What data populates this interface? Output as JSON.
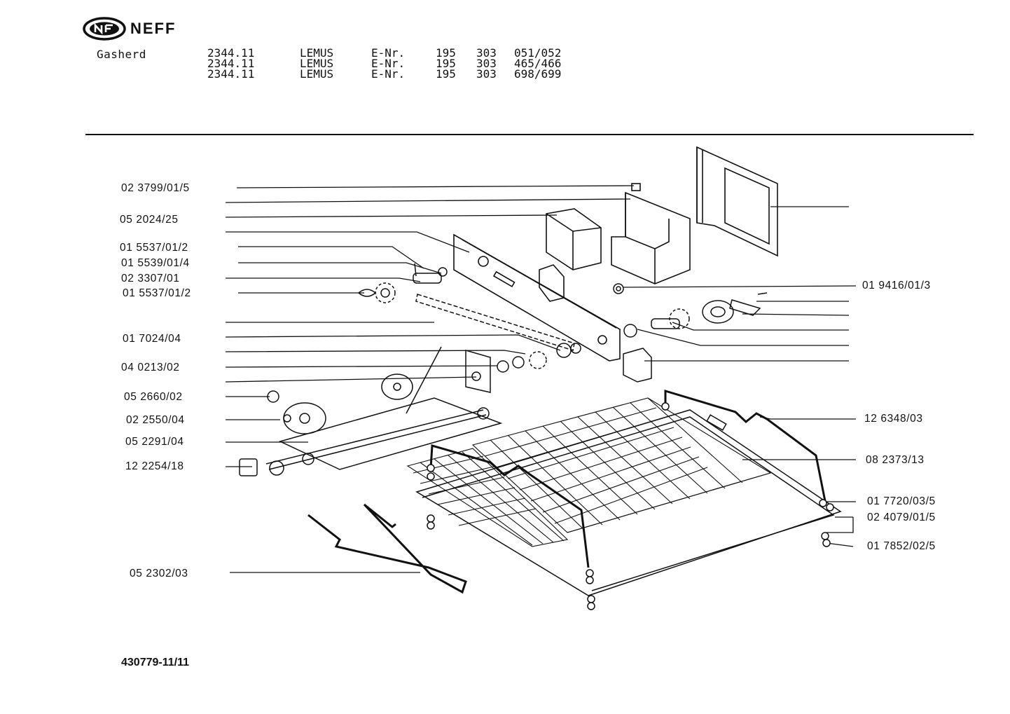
{
  "header": {
    "brand": "NEFF",
    "appliance": "Gasherd",
    "models": [
      {
        "model": "2344.11",
        "name": "LEMUS",
        "enr_label": "E-Nr.",
        "enr_a": "195",
        "enr_b": "303",
        "enr_c": "051/052"
      },
      {
        "model": "2344.11",
        "name": "LEMUS",
        "enr_label": "E-Nr.",
        "enr_a": "195",
        "enr_b": "303",
        "enr_c": "465/466"
      },
      {
        "model": "2344.11",
        "name": "LEMUS",
        "enr_label": "E-Nr.",
        "enr_a": "195",
        "enr_b": "303",
        "enr_c": "698/699"
      }
    ]
  },
  "left_labels": [
    "02 3799/01/5",
    "05 2024/25",
    "01 5537/01/2",
    "01 5539/01/4",
    "02 3307/01",
    "01 5537/01/2",
    "01 7024/04",
    "04 0213/02",
    "05 2660/02",
    "02 2550/04",
    "05 2291/04",
    "12 2254/18",
    "05 2302/03"
  ],
  "right_labels": [
    "01 9416/01/3",
    "12 6348/03",
    "08 2373/13",
    "01 7720/03/5",
    "02 4079/01/5",
    "01 7852/02/5"
  ],
  "footer": {
    "doc_id": "430779-11/11"
  }
}
